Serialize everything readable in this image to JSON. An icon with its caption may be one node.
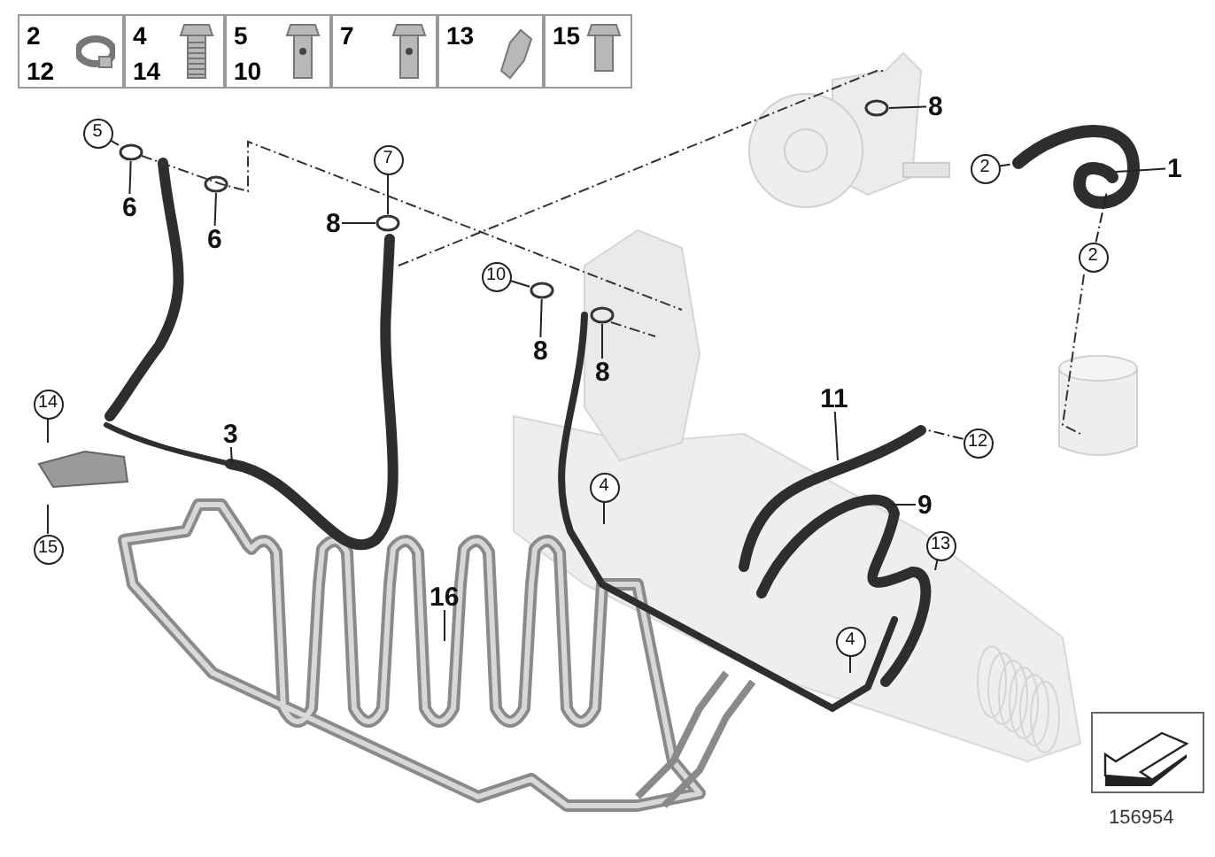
{
  "diagram": {
    "nodes": [
      {
        "text": [
          "5"
        ]
      },
      {
        "text": [
          "6"
        ]
      },
      {
        "text": [
          "6"
        ]
      },
      {
        "text": [
          "7"
        ]
      },
      {
        "text": [
          "8"
        ]
      },
      {
        "text": [
          "8"
        ]
      },
      {
        "text": [
          "2"
        ]
      },
      {
        "text": [
          "1"
        ]
      },
      {
        "text": [
          "10"
        ]
      },
      {
        "text": [
          "8"
        ]
      },
      {
        "text": [
          "8"
        ]
      },
      {
        "text": [
          "2"
        ]
      },
      {
        "text": [
          "12"
        ]
      },
      {
        "text": [
          "11"
        ]
      },
      {
        "text": [
          "14"
        ]
      },
      {
        "text": [
          "15"
        ]
      },
      {
        "text": [
          "3"
        ]
      },
      {
        "text": [
          "4"
        ]
      },
      {
        "text": [
          "9"
        ]
      },
      {
        "text": [
          "13"
        ]
      },
      {
        "text": [
          "16"
        ]
      },
      {
        "text": [
          "4"
        ]
      },
      {
        "text": [],
        "shape": "circle"
      },
      {
        "text": [],
        "shape": "circle"
      },
      {
        "text": [],
        "shape": "circle"
      }
    ],
    "edges": [
      {
        "from": 0,
        "to": 22,
        "arrow": "none"
      },
      {
        "from": 1,
        "to": 22,
        "arrow": "none"
      },
      {
        "from": 2,
        "to": null,
        "arrow": "none"
      },
      {
        "from": 3,
        "to": 23,
        "arrow": "none"
      },
      {
        "from": 4,
        "to": 23,
        "arrow": "none"
      },
      {
        "from": 5,
        "to": null,
        "arrow": "none"
      },
      {
        "from": 6,
        "to": null,
        "arrow": "none",
        "style": "dashed"
      },
      {
        "from": 7,
        "to": null,
        "arrow": "none"
      },
      {
        "from": 8,
        "to": 24,
        "arrow": "none"
      },
      {
        "from": 9,
        "to": 24,
        "arrow": "none"
      },
      {
        "from": 10,
        "to": null,
        "arrow": "none"
      },
      {
        "from": 11,
        "to": null,
        "arrow": "none",
        "style": "dashed"
      },
      {
        "from": 12,
        "to": null,
        "arrow": "none",
        "style": "dashed"
      },
      {
        "from": 13,
        "to": null,
        "arrow": "none"
      },
      {
        "from": 14,
        "to": null,
        "arrow": "none"
      },
      {
        "from": 15,
        "to": null,
        "arrow": "none"
      },
      {
        "from": 16,
        "to": null,
        "arrow": "none"
      },
      {
        "from": 17,
        "to": null,
        "arrow": "none"
      },
      {
        "from": 18,
        "to": null,
        "arrow": "none"
      },
      {
        "from": 19,
        "to": null,
        "arrow": "none"
      },
      {
        "from": 20,
        "to": null,
        "arrow": "none"
      },
      {
        "from": 21,
        "to": null,
        "arrow": "none"
      }
    ],
    "labels": [
      "2",
      "12",
      "4",
      "14",
      "5",
      "10",
      "7",
      "13",
      "15",
      "156954"
    ]
  }
}
